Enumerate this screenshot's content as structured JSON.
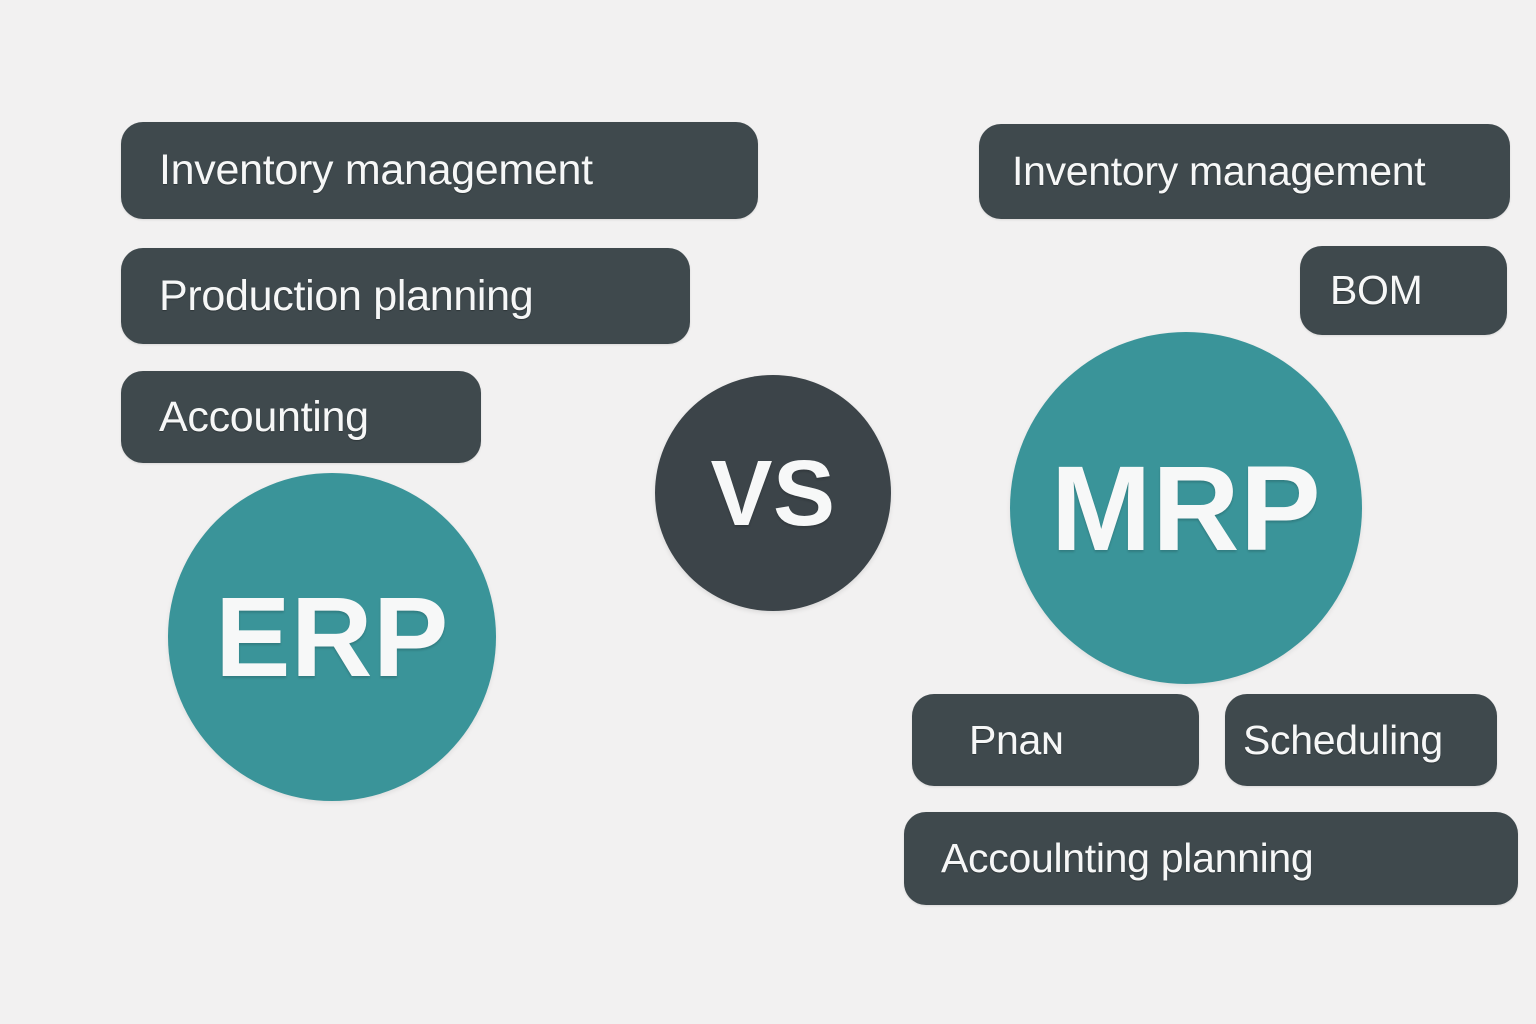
{
  "background_color": "#f2f1f1",
  "palette": {
    "pill_dark": "#3f494d",
    "circle_teal": "#3a9499",
    "circle_dark": "#3c4449",
    "text_light": "#f6f7f7"
  },
  "comparison": {
    "vs_label": "VS",
    "left": {
      "circle_label": "ERP",
      "features": [
        {
          "label": "Inventory management"
        },
        {
          "label": "Production planning"
        },
        {
          "label": "Accounting"
        }
      ]
    },
    "right": {
      "circle_label": "MRP",
      "features_top": [
        {
          "label": "Inventory management"
        },
        {
          "label": "BOM"
        }
      ],
      "features_bottom": [
        {
          "label": "Pnaɴ"
        },
        {
          "label": "Scheduling"
        },
        {
          "label": "Accoulnting planning"
        }
      ]
    }
  }
}
